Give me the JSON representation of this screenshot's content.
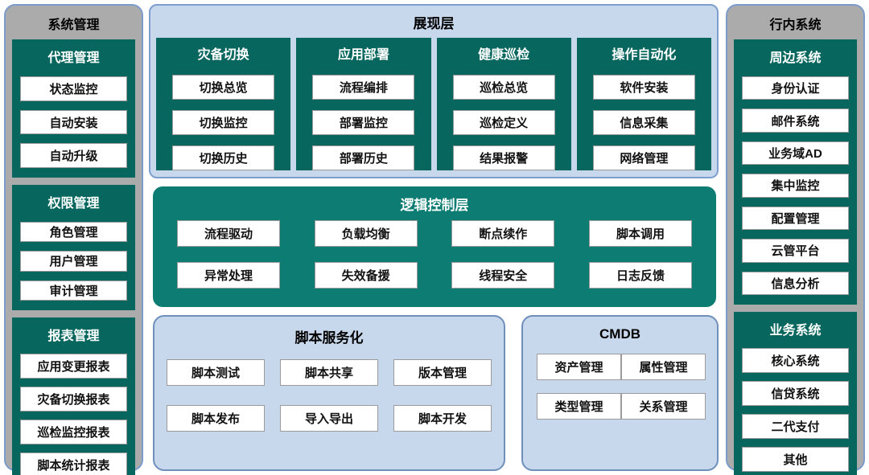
{
  "colors": {
    "teal_dark": "#07675e",
    "teal_mid": "#0d7d74",
    "gray_panel": "#ababab",
    "blue_panel_bg": "#c7d8ec",
    "blue_border": "#7d9ecf",
    "button_bg": "#ffffff"
  },
  "left_column": {
    "title": "系统管理",
    "sections": [
      {
        "title": "代理管理",
        "items": [
          "状态监控",
          "自动安装",
          "自动升级"
        ]
      },
      {
        "title": "权限管理",
        "items": [
          "角色管理",
          "用户管理",
          "审计管理"
        ]
      },
      {
        "title": "报表管理",
        "items": [
          "应用变更报表",
          "灾备切换报表",
          "巡检监控报表",
          "脚本统计报表"
        ]
      }
    ]
  },
  "presentation_layer": {
    "title": "展现层",
    "groups": [
      {
        "title": "灾备切换",
        "items": [
          "切换总览",
          "切换监控",
          "切换历史"
        ]
      },
      {
        "title": "应用部署",
        "items": [
          "流程编排",
          "部署监控",
          "部署历史"
        ]
      },
      {
        "title": "健康巡检",
        "items": [
          "巡检总览",
          "巡检定义",
          "结果报警"
        ]
      },
      {
        "title": "操作自动化",
        "items": [
          "软件安装",
          "信息采集",
          "网络管理"
        ]
      }
    ]
  },
  "logic_layer": {
    "title": "逻辑控制层",
    "rows": [
      [
        "流程驱动",
        "负载均衡",
        "断点续作",
        "脚本调用"
      ],
      [
        "异常处理",
        "失效备援",
        "线程安全",
        "日志反馈"
      ]
    ]
  },
  "script_service": {
    "title": "脚本服务化",
    "rows": [
      [
        "脚本测试",
        "脚本共享",
        "版本管理"
      ],
      [
        "脚本发布",
        "导入导出",
        "脚本开发"
      ]
    ]
  },
  "cmdb": {
    "title": "CMDB",
    "rows": [
      [
        "资产管理",
        "属性管理"
      ],
      [
        "类型管理",
        "关系管理"
      ]
    ]
  },
  "right_column": {
    "title": "行内系统",
    "sections": [
      {
        "title": "周边系统",
        "items": [
          "身份认证",
          "邮件系统",
          "业务域AD",
          "集中监控",
          "配置管理",
          "云管平台",
          "信息分析"
        ]
      },
      {
        "title": "业务系统",
        "items": [
          "核心系统",
          "信贷系统",
          "二代支付",
          "其他"
        ]
      }
    ]
  }
}
